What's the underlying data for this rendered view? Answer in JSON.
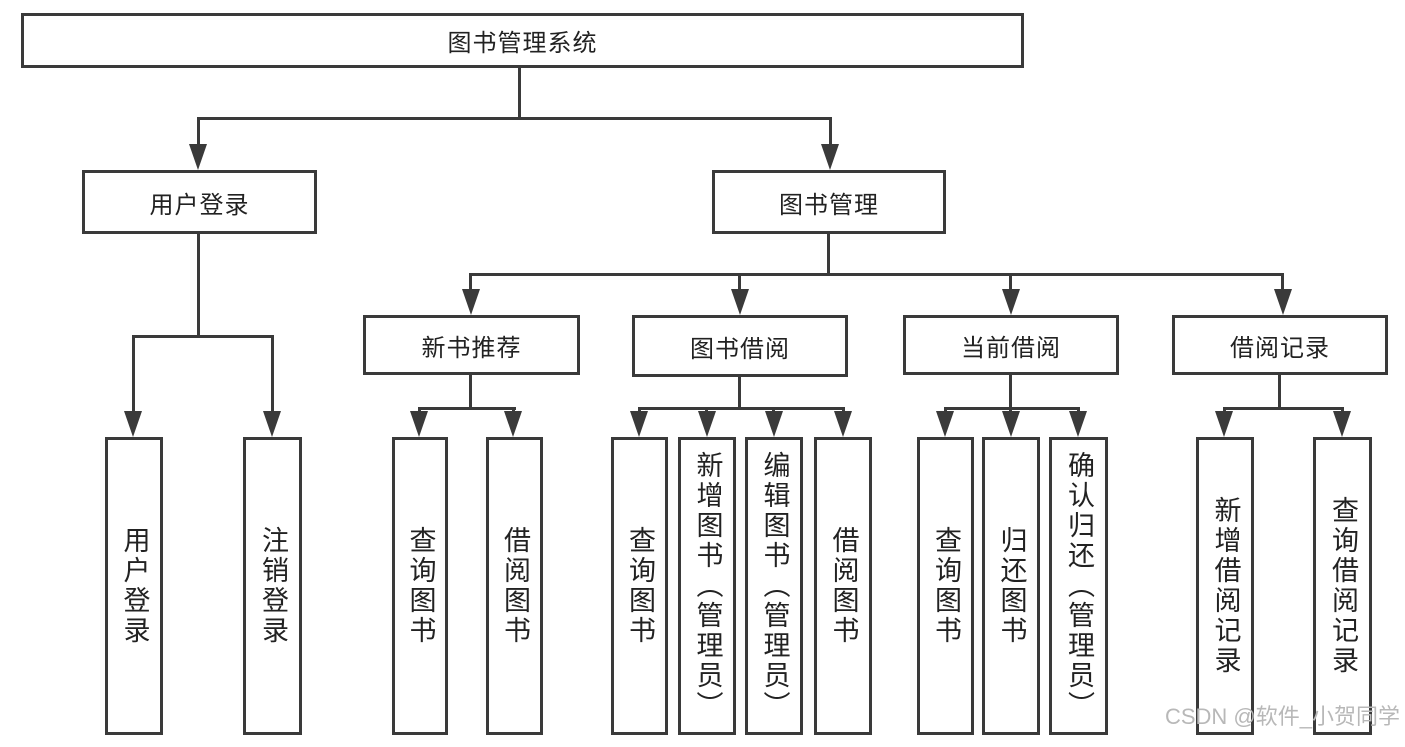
{
  "tree": {
    "root_label": "图书管理系统",
    "branches": [
      {
        "label": "用户登录",
        "children": [
          {
            "label": "用户登录"
          },
          {
            "label": "注销登录"
          }
        ]
      },
      {
        "label": "图书管理",
        "groups": [
          {
            "label": "新书推荐",
            "children": [
              {
                "label": "查询图书"
              },
              {
                "label": "借阅图书"
              }
            ]
          },
          {
            "label": "图书借阅",
            "children": [
              {
                "label": "查询图书"
              },
              {
                "label": "新增图书（管理员）"
              },
              {
                "label": "编辑图书（管理员）"
              },
              {
                "label": "借阅图书"
              }
            ]
          },
          {
            "label": "当前借阅",
            "children": [
              {
                "label": "查询图书"
              },
              {
                "label": "归还图书"
              },
              {
                "label": "确认归还（管理员）"
              }
            ]
          },
          {
            "label": "借阅记录",
            "children": [
              {
                "label": "新增借阅记录"
              },
              {
                "label": "查询借阅记录"
              }
            ]
          }
        ]
      }
    ]
  },
  "watermark": {
    "text": "CSDN @软件_小贺同学"
  },
  "colors": {
    "line": "#3a3a3a",
    "text": "#222222",
    "watermark": "#b8b8b8",
    "background": "#ffffff"
  }
}
